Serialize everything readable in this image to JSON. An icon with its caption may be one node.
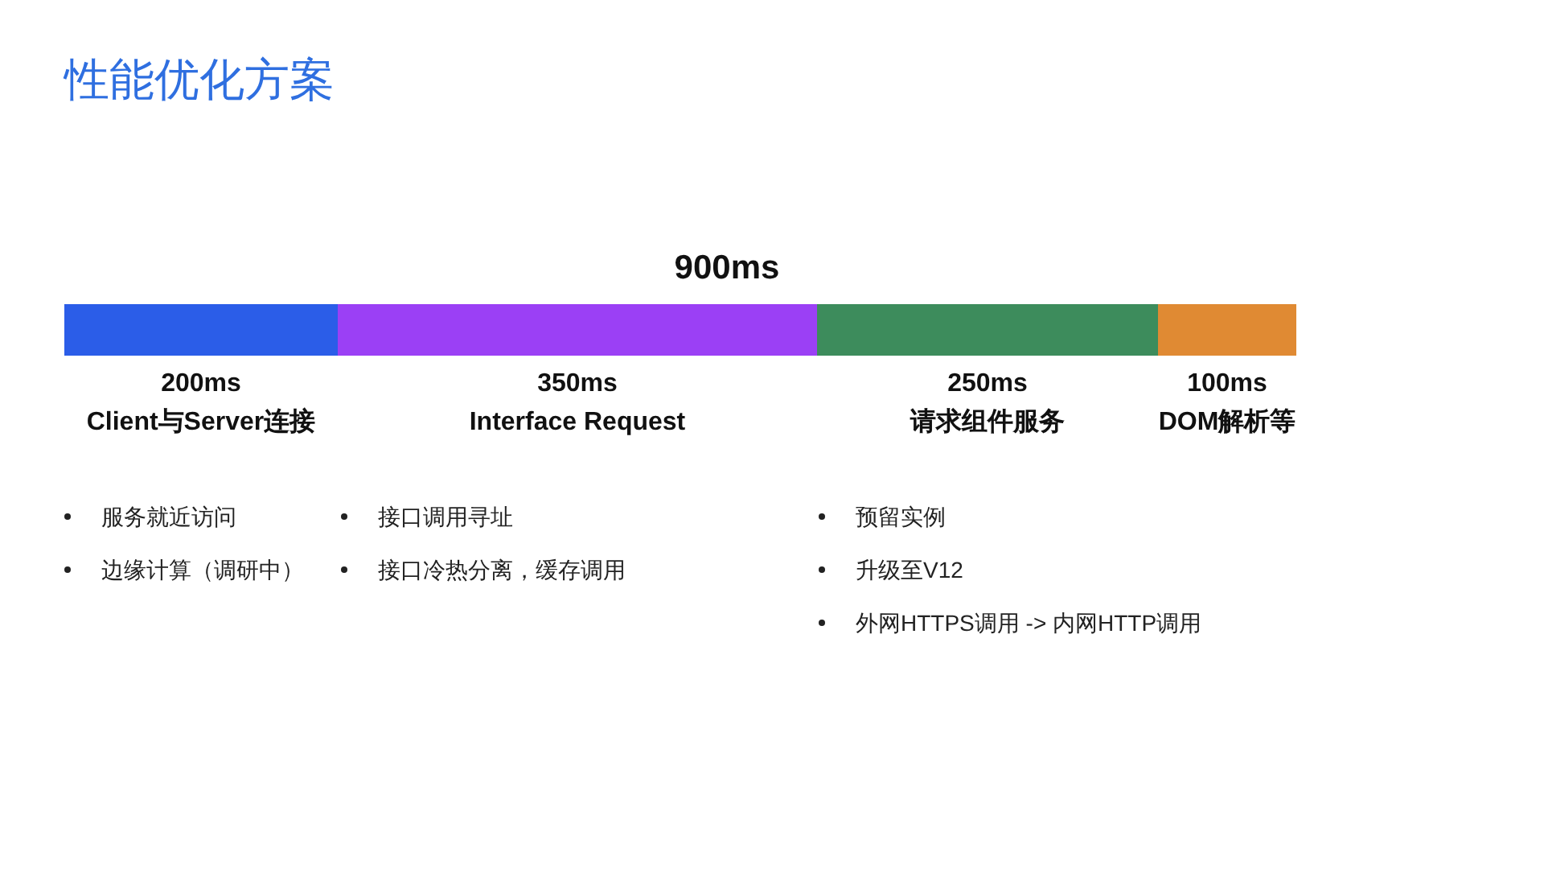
{
  "diagram": {
    "title": "性能优化方案",
    "nodes": [
      {
        "text": [],
        "shape": "bar",
        "beside": [
          "200ms",
          "Client与Server连接"
        ]
      },
      {
        "text": [],
        "shape": "bar",
        "beside": [
          "350ms",
          "Interface Request"
        ]
      },
      {
        "text": [],
        "shape": "bar",
        "beside": [
          "250ms",
          "请求组件服务"
        ]
      },
      {
        "text": [],
        "shape": "bar",
        "beside": [
          "100ms",
          "DOM解析等"
        ]
      }
    ],
    "labels": [
      "900ms",
      "服务就近访问",
      "边缘计算（调研中）",
      "接口调用寻址",
      "接口冷热分离，缓存调用",
      "预留实例",
      "升级至V12",
      "外网HTTPS调用 -> 内网HTTP调用"
    ]
  }
}
